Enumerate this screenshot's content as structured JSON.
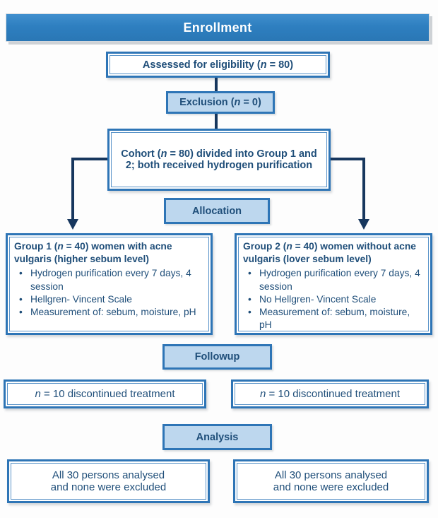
{
  "colors": {
    "banner_fill": "#2e7fc0",
    "label_fill": "#bdd7ee",
    "box_border_blue": "#2e75b6",
    "connector_navy": "#17375e",
    "text_navy": "#1f4e79"
  },
  "banner": {
    "label": "Enrollment"
  },
  "flow": {
    "assessed": {
      "pre": "Assessed for eligibility (",
      "var": "n",
      "post": " = 80)"
    },
    "exclusion": {
      "pre": "Exclusion (",
      "var": "n",
      "post": " = 0)"
    },
    "cohort": {
      "pre": "Cohort (",
      "var": "n",
      "post": " = 80) divided into Group 1 and 2; both received hydrogen purification"
    },
    "allocation_label": "Allocation",
    "group1": {
      "header": {
        "pre": "Group 1 (",
        "var": "n",
        "post": " = 40) women with acne vulgaris (higher sebum level)"
      },
      "bullets": [
        "Hydrogen purification every 7 days, 4 session",
        "Hellgren- Vincent Scale",
        "Measurement of: sebum, moisture, pH"
      ]
    },
    "group2": {
      "header": {
        "pre": "Group 2 (",
        "var": "n",
        "post": " = 40) women without acne vulgaris (lover sebum level)"
      },
      "bullets": [
        "Hydrogen purification every 7 days, 4 session",
        "No Hellgren- Vincent Scale",
        "Measurement of: sebum, moisture, pH"
      ]
    },
    "followup_label": "Followup",
    "discontinued_left": {
      "var": "n",
      "post": " = 10 discontinued treatment"
    },
    "discontinued_right": {
      "var": "n",
      "post": " = 10 discontinued treatment"
    },
    "analysis_label": "Analysis",
    "analysed_left": {
      "line1": "All 30 persons analysed",
      "line2": "and none were excluded"
    },
    "analysed_right": {
      "line1": "All  30 persons analysed",
      "line2": "and none were excluded"
    }
  }
}
